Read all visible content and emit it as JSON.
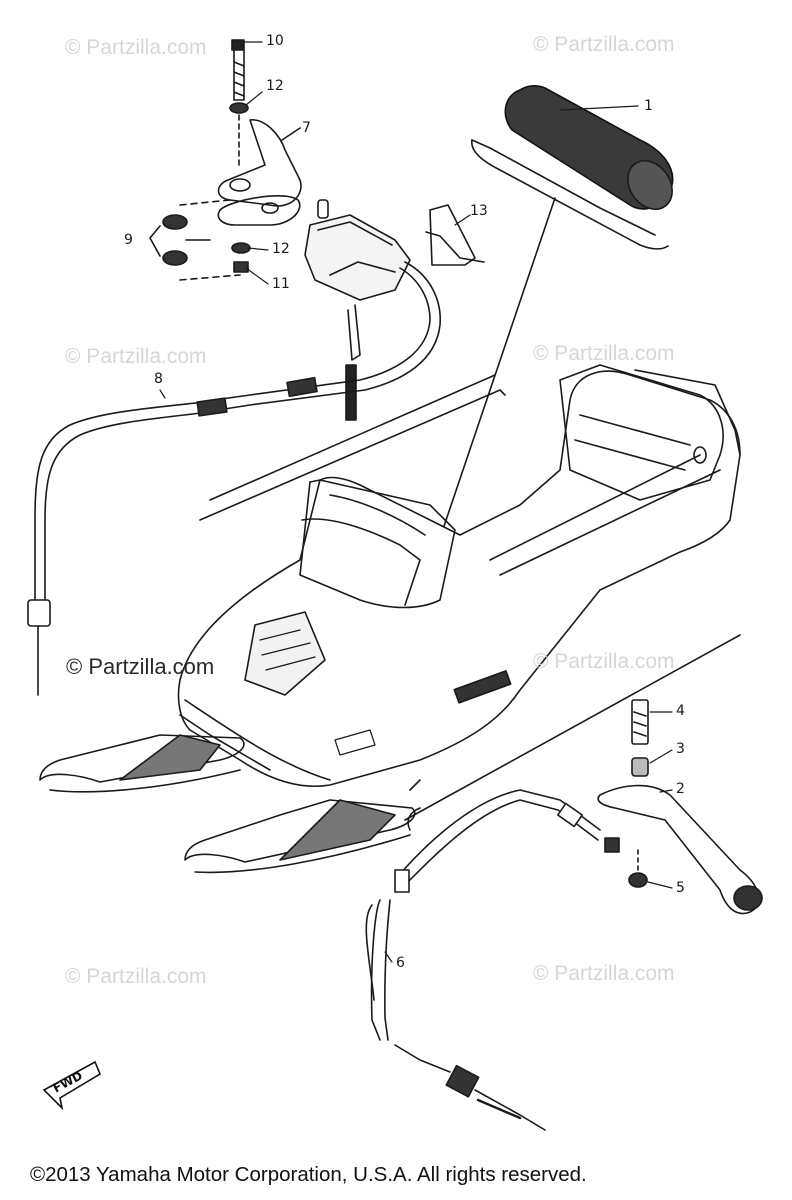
{
  "watermarks": {
    "text": "© Partzilla.com",
    "prominent": "© Partzilla.com"
  },
  "callouts": [
    "1",
    "2",
    "3",
    "4",
    "5",
    "6",
    "7",
    "8",
    "9",
    "10",
    "11",
    "12",
    "12",
    "13"
  ],
  "fwd_label": "FWD",
  "footer": {
    "copyright": "©2013  Yamaha Motor Corporation, U.S.A. All rights reserved."
  }
}
